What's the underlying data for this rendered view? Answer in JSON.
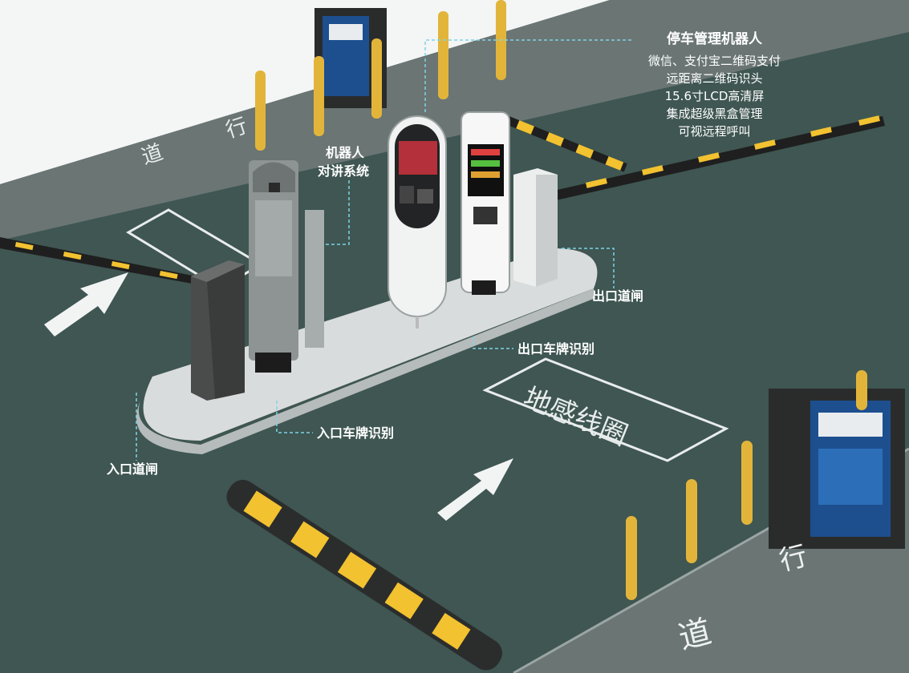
{
  "colors": {
    "ground": "#3f5652",
    "sidewalk": "#6f7a79",
    "island": "#d9dcdc",
    "accent": "#f2c230",
    "callout_line": "#7fd3e4"
  },
  "labels": {
    "robot_intercom": [
      "机器人",
      "对讲系统"
    ],
    "exit_barrier": "出口道闸",
    "exit_plate": "出口车牌识别",
    "entry_plate": "入口车牌识别",
    "entry_barrier": "入口道闸",
    "loop": "地感线圈",
    "walk_1": "行",
    "walk_2": "道"
  },
  "spec": {
    "title": "停车管理机器人",
    "lines": [
      "微信、支付宝二维码支付",
      "远距离二维码识头",
      "15.6寸LCD高清屏",
      "集成超级黑盒管理",
      "可视远程呼叫"
    ]
  }
}
